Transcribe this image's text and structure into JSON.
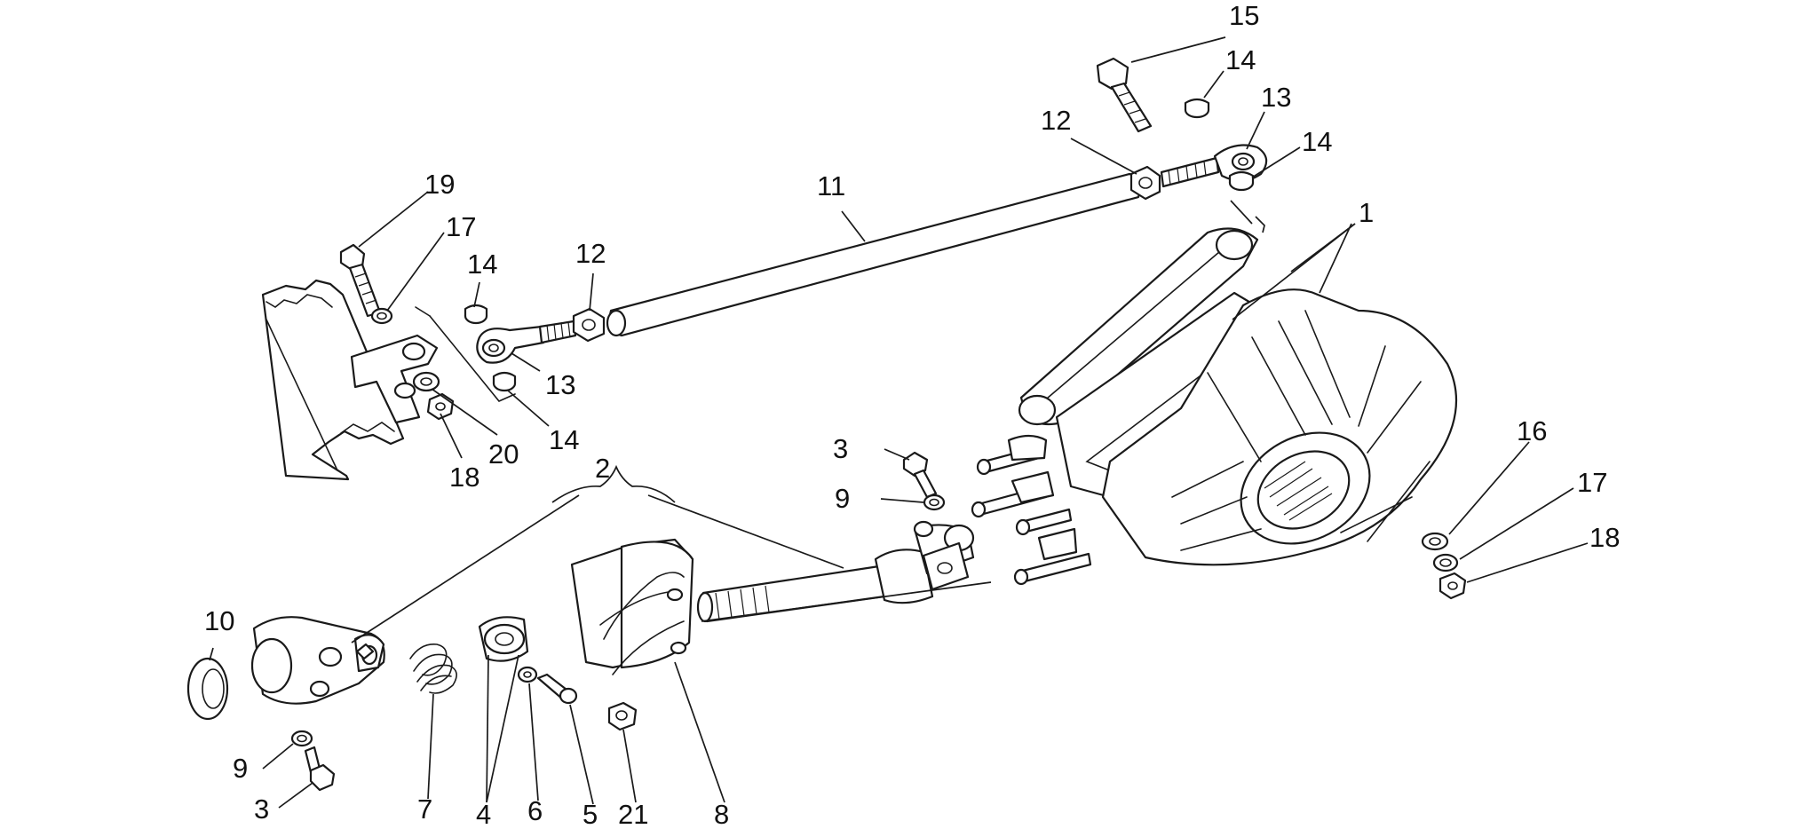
{
  "callouts": [
    {
      "id": "c1",
      "text": "1"
    },
    {
      "id": "c2",
      "text": "2"
    },
    {
      "id": "c3a",
      "text": "3"
    },
    {
      "id": "c3b",
      "text": "3"
    },
    {
      "id": "c4",
      "text": "4"
    },
    {
      "id": "c5",
      "text": "5"
    },
    {
      "id": "c6",
      "text": "6"
    },
    {
      "id": "c7",
      "text": "7"
    },
    {
      "id": "c8",
      "text": "8"
    },
    {
      "id": "c9a",
      "text": "9"
    },
    {
      "id": "c9b",
      "text": "9"
    },
    {
      "id": "c10",
      "text": "10"
    },
    {
      "id": "c11",
      "text": "11"
    },
    {
      "id": "c12a",
      "text": "12"
    },
    {
      "id": "c12b",
      "text": "12"
    },
    {
      "id": "c13a",
      "text": "13"
    },
    {
      "id": "c13b",
      "text": "13"
    },
    {
      "id": "c14a",
      "text": "14"
    },
    {
      "id": "c14b",
      "text": "14"
    },
    {
      "id": "c14c",
      "text": "14"
    },
    {
      "id": "c14d",
      "text": "14"
    },
    {
      "id": "c15",
      "text": "15"
    },
    {
      "id": "c16",
      "text": "16"
    },
    {
      "id": "c17a",
      "text": "17"
    },
    {
      "id": "c17b",
      "text": "17"
    },
    {
      "id": "c18a",
      "text": "18"
    },
    {
      "id": "c18b",
      "text": "18"
    },
    {
      "id": "c19",
      "text": "19"
    },
    {
      "id": "c20",
      "text": "20"
    },
    {
      "id": "c21",
      "text": "21"
    }
  ]
}
